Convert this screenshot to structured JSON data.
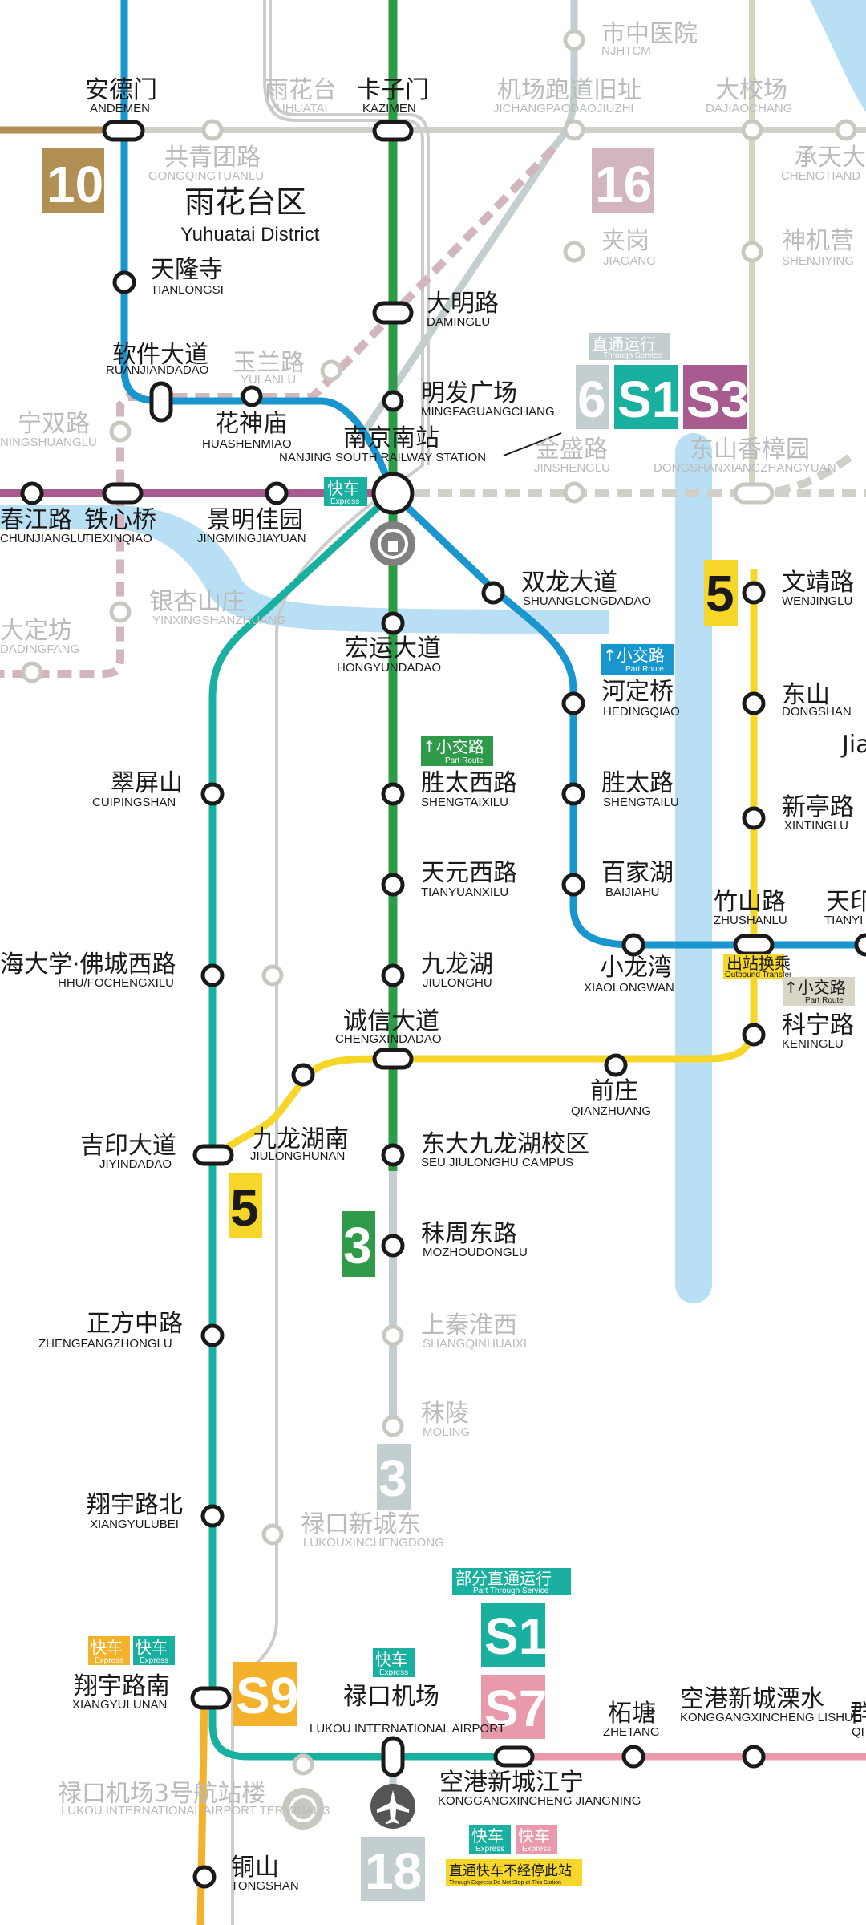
{
  "district": {
    "zh": "雨花台区",
    "en": "Yuhuatai District"
  },
  "line_badges": {
    "l10": "10",
    "l16": "16",
    "l6": "6",
    "s1": "S1",
    "s3": "S3",
    "l5a": "5",
    "l5b": "5",
    "l3a": "3",
    "l3b": "3",
    "s1b": "S1",
    "s7": "S7",
    "s9": "S9",
    "l18": "18"
  },
  "notes": {
    "through_service": {
      "zh": "直通运行",
      "en": "Through Service"
    },
    "part_through_service": {
      "zh": "部分直通运行",
      "en": "Part Through Service"
    },
    "express": {
      "zh": "快车",
      "en": "Express"
    },
    "part_route": {
      "zh": "↑小交路",
      "en": "Part Route"
    },
    "outbound_transfer": {
      "zh": "出站换乘",
      "en": "Outbound Transfer"
    },
    "no_stop": {
      "zh": "直通快车不经停此站",
      "en": "Through Express Do Not Stop at This Station"
    }
  },
  "stations": {
    "andemen": {
      "zh": "安德门",
      "en": "ANDEMEN"
    },
    "yuhuatai": {
      "zh": "雨花台",
      "en": "YUHUATAI"
    },
    "kazimen": {
      "zh": "卡子门",
      "en": "KAZIMEN"
    },
    "jichang": {
      "zh": "机场跑道旧址",
      "en": "JICHANGPAODAOJIUZHI"
    },
    "dajiaochang": {
      "zh": "大校场",
      "en": "DAJIAOCHANG"
    },
    "nanjinghospital": {
      "zh": "市中医院",
      "en": "NJHTCM"
    },
    "gongqingtuanlu": {
      "zh": "共青团路",
      "en": "GONGQINGTUANLU"
    },
    "chengtianda": {
      "zh": "承天大",
      "en": "CHENGTIAND"
    },
    "tianlongsi": {
      "zh": "天隆寺",
      "en": "TIANLONGSI"
    },
    "daminglu": {
      "zh": "大明路",
      "en": "DAMINGLU"
    },
    "jiagang": {
      "zh": "夹岗",
      "en": "JIAGANG"
    },
    "shenjiying": {
      "zh": "神机营",
      "en": "SHENJIYING"
    },
    "ruanjiandadao": {
      "zh": "软件大道",
      "en": "RUANJIANDADAO"
    },
    "yulanlu": {
      "zh": "玉兰路",
      "en": "YULANLU"
    },
    "mingfaguangchang": {
      "zh": "明发广场",
      "en": "MINGFAGUANGCHANG"
    },
    "ningshuanglu": {
      "zh": "宁双路",
      "en": "NINGSHUANGLU"
    },
    "huashenmiao": {
      "zh": "花神庙",
      "en": "HUASHENMIAO"
    },
    "nanjingsouth": {
      "zh": "南京南站",
      "en": "NANJING SOUTH RAILWAY STATION"
    },
    "jinshenglu": {
      "zh": "金盛路",
      "en": "JINSHENGLU"
    },
    "dongshanxiang": {
      "zh": "东山香樟园",
      "en": "DONGSHANXIANGZHANGYUAN"
    },
    "chunjianglu": {
      "zh": "春江路",
      "en": "CHUNJIANGLU"
    },
    "tiexinqiao": {
      "zh": "铁心桥",
      "en": "TIEXINQIAO"
    },
    "jingmingjiayuan": {
      "zh": "景明佳园",
      "en": "JINGMINGJIAYUAN"
    },
    "shuanglongdadao": {
      "zh": "双龙大道",
      "en": "SHUANGLONGDADAO"
    },
    "wenjinglu": {
      "zh": "文靖路",
      "en": "WENJINGLU"
    },
    "dadingfang": {
      "zh": "大定坊",
      "en": "DADINGFANG"
    },
    "yinxingshanzhuang": {
      "zh": "银杏山庄",
      "en": "YINXINGSHANZHUANG"
    },
    "hongyundadao": {
      "zh": "宏运大道",
      "en": "HONGYUNDADAO"
    },
    "hedingqiao": {
      "zh": "河定桥",
      "en": "HEDINGQIAO"
    },
    "dongshan": {
      "zh": "东山",
      "en": "DONGSHAN"
    },
    "jia": {
      "zh": "Jia",
      "en": ""
    },
    "cuipingshan": {
      "zh": "翠屏山",
      "en": "CUIPINGSHAN"
    },
    "shengtaixilu": {
      "zh": "胜太西路",
      "en": "SHENGTAIXILU"
    },
    "shengtailu": {
      "zh": "胜太路",
      "en": "SHENGTAILU"
    },
    "xintinglu": {
      "zh": "新亭路",
      "en": "XINTINGLU"
    },
    "tianyuanxilu": {
      "zh": "天元西路",
      "en": "TIANYUANXILU"
    },
    "baijiahu": {
      "zh": "百家湖",
      "en": "BAIJIAHU"
    },
    "zhushanlu": {
      "zh": "竹山路",
      "en": "ZHUSHANLU"
    },
    "tianyin": {
      "zh": "天印",
      "en": "TIANYI"
    },
    "hhu": {
      "zh": "海大学·佛城西路",
      "en": "HHU/FOCHENGXILU"
    },
    "jiulonghu": {
      "zh": "九龙湖",
      "en": "JIULONGHU"
    },
    "xiaolongwan": {
      "zh": "小龙湾",
      "en": "XIAOLONGWAN"
    },
    "chengxindadao": {
      "zh": "诚信大道",
      "en": "CHENGXINDADAO"
    },
    "keninglu": {
      "zh": "科宁路",
      "en": "KENINGLU"
    },
    "qianzhuang": {
      "zh": "前庄",
      "en": "QIANZHUANG"
    },
    "jiyindadao": {
      "zh": "吉印大道",
      "en": "JIYINDADAO"
    },
    "jiulonghunan": {
      "zh": "九龙湖南",
      "en": "JIULONGHUNAN"
    },
    "seu": {
      "zh": "东大九龙湖校区",
      "en": "SEU JIULONGHU CAMPUS"
    },
    "mozhoudonglu": {
      "zh": "秣周东路",
      "en": "MOZHOUDONGLU"
    },
    "zhengfangzhonglu": {
      "zh": "正方中路",
      "en": "ZHENGFANGZHONGLU"
    },
    "shangqinhuaixi": {
      "zh": "上秦淮西",
      "en": "SHANGQINHUAIXI"
    },
    "moling": {
      "zh": "秣陵",
      "en": "MOLING"
    },
    "xiangyulubei": {
      "zh": "翔宇路北",
      "en": "XIANGYULUBEI"
    },
    "lukouxinchengdong": {
      "zh": "禄口新城东",
      "en": "LUKOUXINCHENGDONG"
    },
    "xiangyulunan": {
      "zh": "翔宇路南",
      "en": "XIANGYULUNAN"
    },
    "lukouairport": {
      "zh": "禄口机场",
      "en": "LUKOU INTERNATIONAL AIRPORT"
    },
    "zhetang": {
      "zh": "柘塘",
      "en": "ZHETANG"
    },
    "konggangxincheng_lishui": {
      "zh": "空港新城溧水",
      "en": "KONGGANGXINCHENG LISHUI"
    },
    "qun": {
      "zh": "群",
      "en": "QI"
    },
    "terminal3": {
      "zh": "禄口机场3号航站楼",
      "en": "LUKOU INTERNATIONAL AIRPORT TERMINAL 3"
    },
    "konggangxincheng_jiangning": {
      "zh": "空港新城江宁",
      "en": "KONGGANGXINCHENG JIANGNING"
    },
    "tongshan": {
      "zh": "铜山",
      "en": "TONGSHAN"
    }
  },
  "colors": {
    "line3": "#2e9a4a",
    "line1": "#1a96cf",
    "lineS1": "#1ab0a0",
    "line10": "#b29055",
    "line5": "#f7d62a",
    "lineS3": "#a85b8e",
    "lineS7": "#e89aab",
    "lineS9": "#f4b12b",
    "line16": "#d2b5bd",
    "line6": "#c3ced0",
    "line18": "#c3ced0",
    "river": "#b9dff4",
    "greyed": "#c8c8c0"
  }
}
